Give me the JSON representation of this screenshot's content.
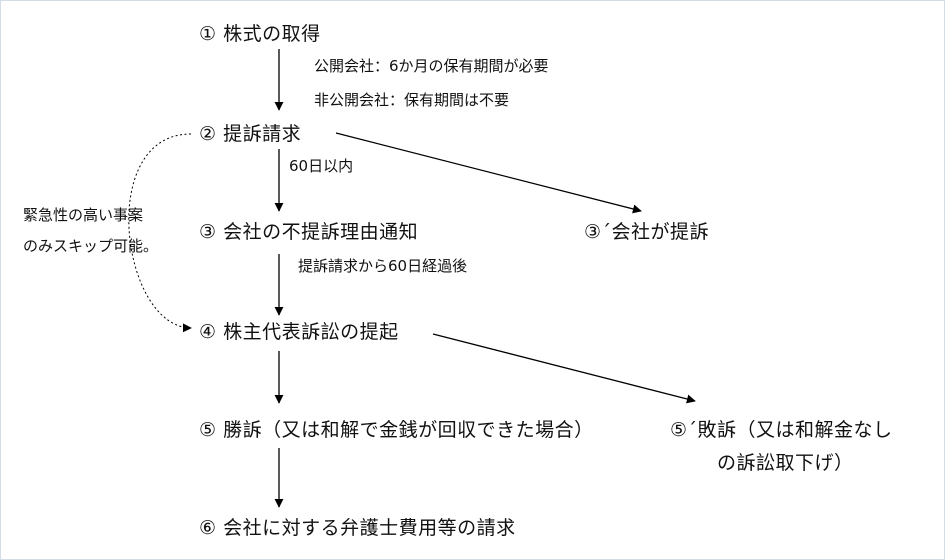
{
  "steps": {
    "s1": "① 株式の取得",
    "s2": "② 提訴請求",
    "s3": "③ 会社の不提訴理由通知",
    "s3b": "③´会社が提訴",
    "s4": "④ 株主代表訴訟の提起",
    "s5": "⑤ 勝訴（又は和解で金銭が回収できた場合）",
    "s5b_line1": "⑤´敗訴（又は和解金なし",
    "s5b_line2": "の訴訟取下げ）",
    "s6": "⑥ 会社に対する弁護士費用等の請求"
  },
  "notes": {
    "public": "公開会社：6か月の保有期間が必要",
    "private": "非公開会社：保有期間は不要",
    "within60": "60日以内",
    "after60": "提訴請求から60日経過後",
    "urgent_line1": "緊急性の高い事案",
    "urgent_line2": "のみスキップ可能。"
  },
  "colors": {
    "background": "#ffffff",
    "line": "#000000",
    "text": "#111111"
  }
}
